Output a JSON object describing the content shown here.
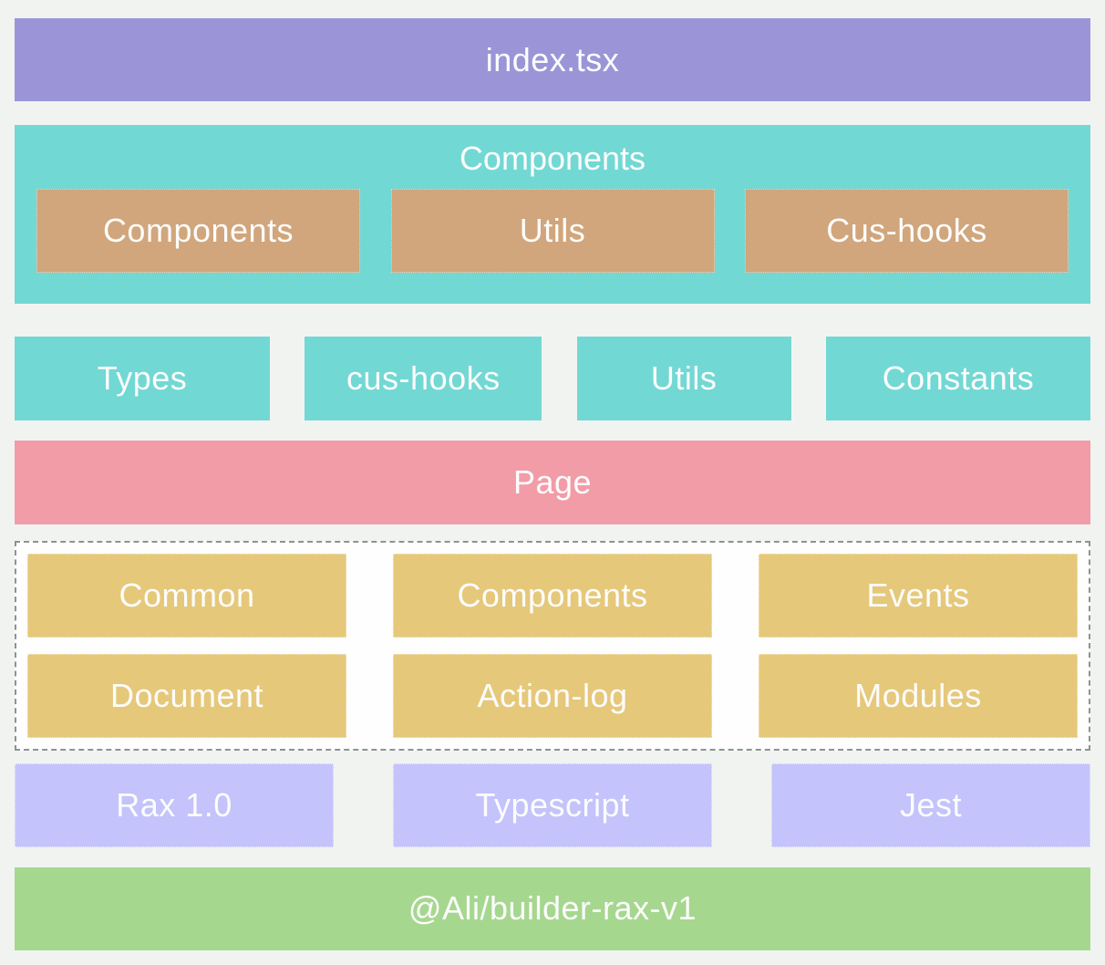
{
  "palette": {
    "background": "#f1f3f1",
    "purple": "#9b95d8",
    "teal": "#72d8d4",
    "tan": "#d1a67c",
    "pink": "#f29ca8",
    "yellow": "#e6c87a",
    "lavender": "#c4c3fb",
    "green": "#a6d78f",
    "dashed_border": "#8b9494",
    "text": "#fcfcfc"
  },
  "diagram": {
    "index_bar": {
      "label": "index.tsx"
    },
    "components_container": {
      "label": "Components",
      "children": [
        {
          "label": "Components"
        },
        {
          "label": "Utils"
        },
        {
          "label": "Cus-hooks"
        }
      ]
    },
    "shared_row": [
      {
        "label": "Types"
      },
      {
        "label": "cus-hooks"
      },
      {
        "label": "Utils"
      },
      {
        "label": "Constants"
      }
    ],
    "page_bar": {
      "label": "Page"
    },
    "page_modules": {
      "rows": [
        [
          {
            "label": "Common"
          },
          {
            "label": "Components"
          },
          {
            "label": "Events"
          }
        ],
        [
          {
            "label": "Document"
          },
          {
            "label": "Action-log"
          },
          {
            "label": "Modules"
          }
        ]
      ]
    },
    "tech_row": [
      {
        "label": "Rax 1.0"
      },
      {
        "label": "Typescript"
      },
      {
        "label": "Jest"
      }
    ],
    "builder_bar": {
      "label": "@Ali/builder-rax-v1"
    }
  }
}
